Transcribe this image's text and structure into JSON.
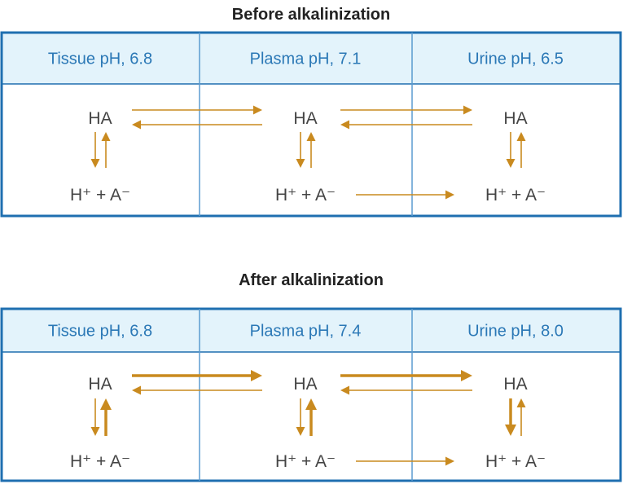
{
  "colors": {
    "border": "#1f6fb0",
    "header_bg": "#e3f3fb",
    "header_text": "#2b78b6",
    "arrow": "#c98a1f",
    "text": "#444444"
  },
  "panels": [
    {
      "title": "Before alkalinization",
      "compartments": [
        {
          "label": "Tissue pH, 6.8",
          "species_top": "HA",
          "species_bottom": "H⁺ + A⁻",
          "dissociation": "thin",
          "association": "thin"
        },
        {
          "label": "Plasma pH, 7.1",
          "species_top": "HA",
          "species_bottom": "H⁺ + A⁻",
          "dissociation": "thin",
          "association": "thin"
        },
        {
          "label": "Urine pH, 6.5",
          "species_top": "HA",
          "species_bottom": "H⁺ + A⁻",
          "dissociation": "thin",
          "association": "thin"
        }
      ],
      "transfers": [
        {
          "from": 0,
          "to": 1,
          "species": "HA",
          "weight": "thin"
        },
        {
          "from": 1,
          "to": 0,
          "species": "HA",
          "weight": "thin"
        },
        {
          "from": 1,
          "to": 2,
          "species": "HA",
          "weight": "thin"
        },
        {
          "from": 2,
          "to": 1,
          "species": "HA",
          "weight": "thin"
        },
        {
          "from": 1,
          "to": 2,
          "species": "A-",
          "weight": "thin"
        }
      ]
    },
    {
      "title": "After alkalinization",
      "compartments": [
        {
          "label": "Tissue pH, 6.8",
          "species_top": "HA",
          "species_bottom": "H⁺ + A⁻",
          "dissociation": "thin",
          "association": "thick"
        },
        {
          "label": "Plasma pH, 7.4",
          "species_top": "HA",
          "species_bottom": "H⁺ + A⁻",
          "dissociation": "thin",
          "association": "thick"
        },
        {
          "label": "Urine pH, 8.0",
          "species_top": "HA",
          "species_bottom": "H⁺ + A⁻",
          "dissociation": "thick",
          "association": "thin"
        }
      ],
      "transfers": [
        {
          "from": 0,
          "to": 1,
          "species": "HA",
          "weight": "thick"
        },
        {
          "from": 1,
          "to": 0,
          "species": "HA",
          "weight": "thin"
        },
        {
          "from": 1,
          "to": 2,
          "species": "HA",
          "weight": "thick"
        },
        {
          "from": 2,
          "to": 1,
          "species": "HA",
          "weight": "thin"
        },
        {
          "from": 1,
          "to": 2,
          "species": "A-",
          "weight": "thin"
        }
      ]
    }
  ]
}
